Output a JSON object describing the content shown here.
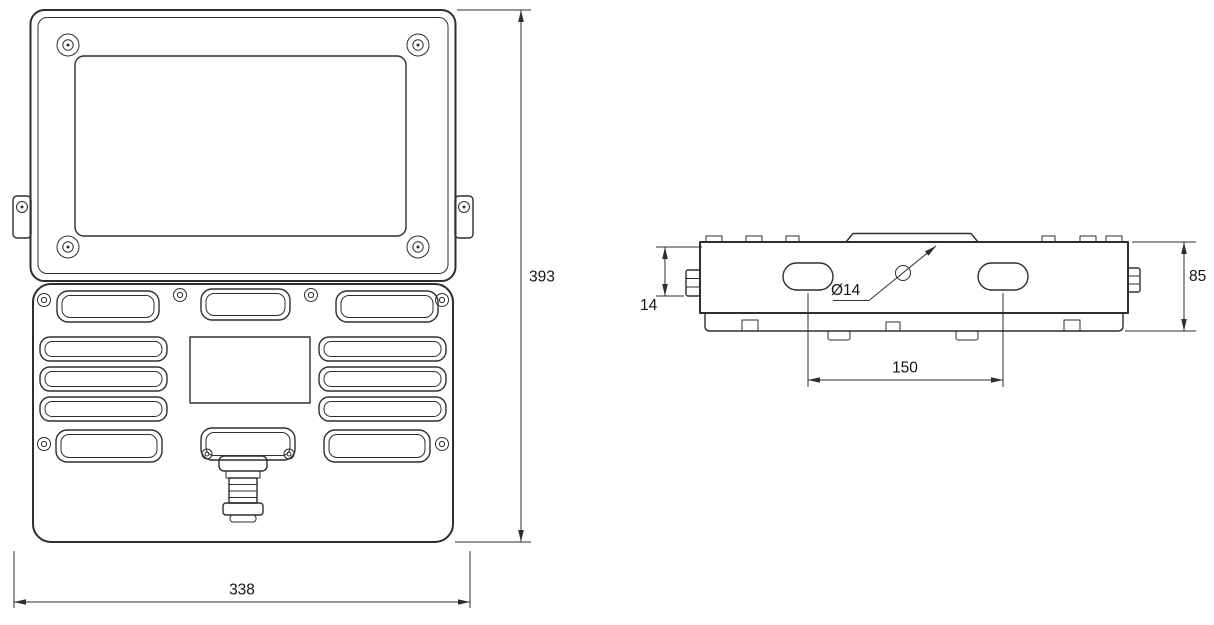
{
  "drawing": {
    "colors": {
      "line": "#2e2e2e",
      "text": "#141414",
      "background": "#ffffff"
    },
    "front_view": {
      "dim_width": "338",
      "dim_height": "393"
    },
    "side_view": {
      "dim_height": "85",
      "dim_bracket": "14",
      "dim_hole_spacing": "150",
      "dim_hole_diameter": "Ø14"
    }
  }
}
